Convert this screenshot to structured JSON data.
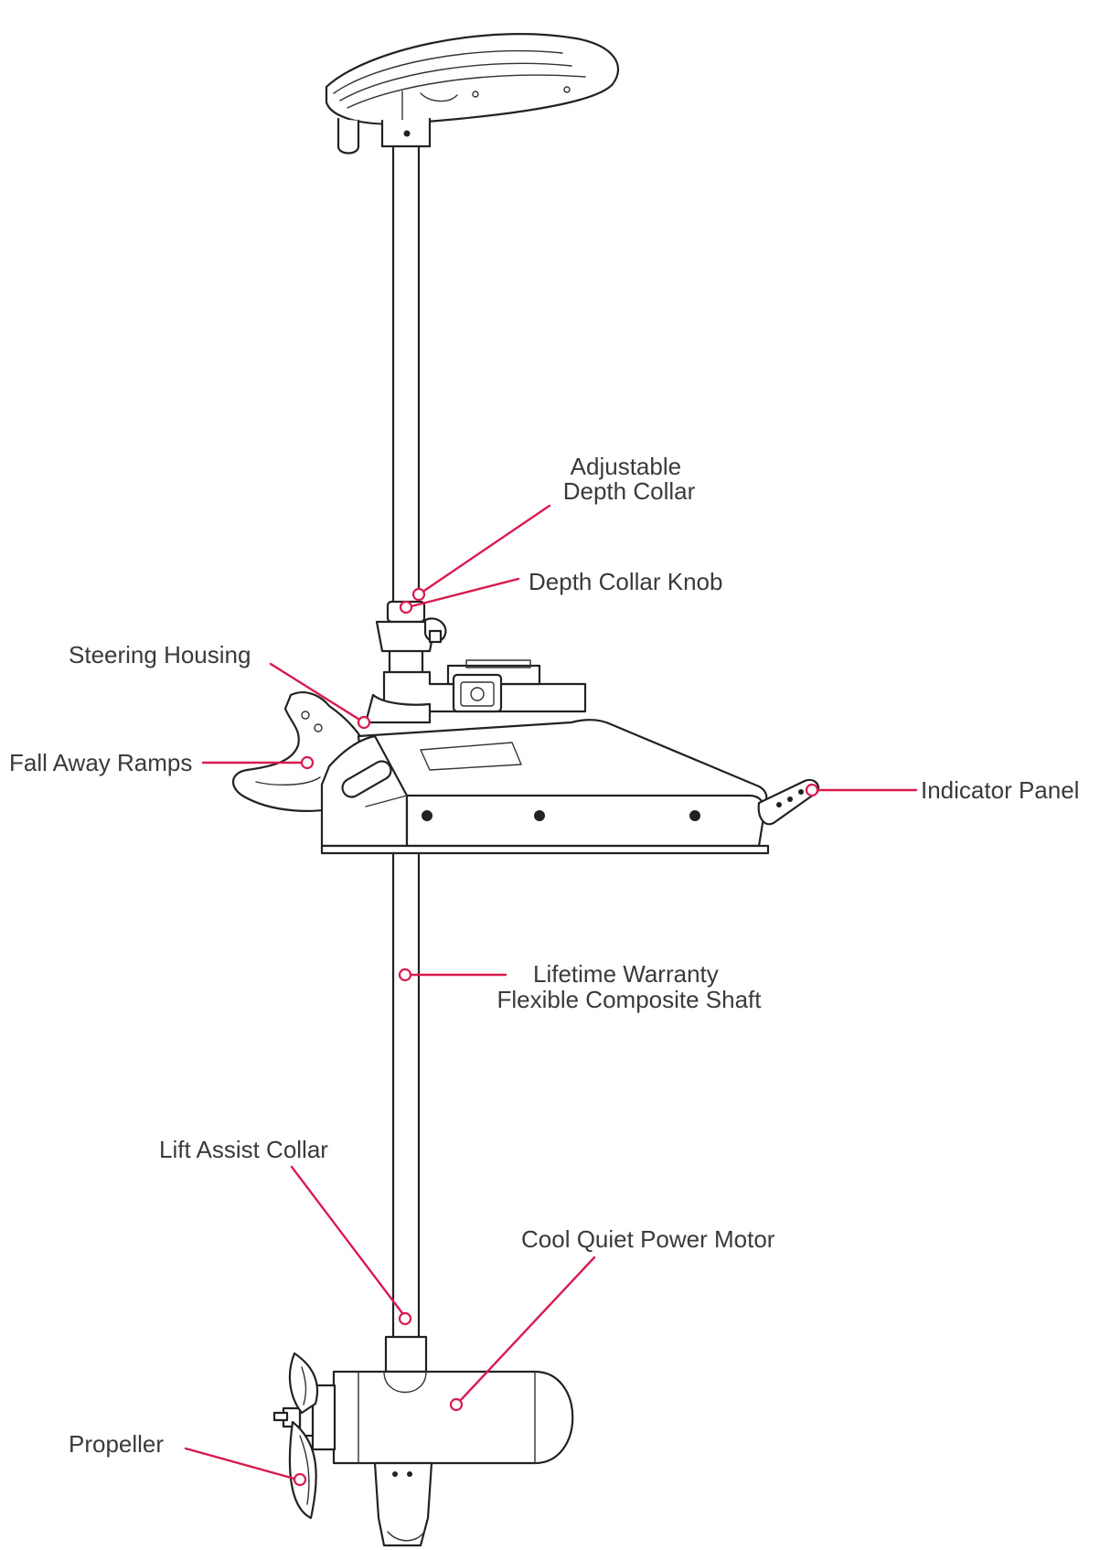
{
  "accent_color": "#d81b4f",
  "line_color": "#222222",
  "text_color": "#3a3a3a",
  "parts": [
    {
      "id": "adjustable-depth-collar",
      "lines": [
        "Adjustable",
        "Depth Collar"
      ]
    },
    {
      "id": "depth-collar-knob",
      "lines": [
        "Depth Collar Knob"
      ]
    },
    {
      "id": "steering-housing",
      "lines": [
        "Steering Housing"
      ]
    },
    {
      "id": "fall-away-ramps",
      "lines": [
        "Fall Away Ramps"
      ]
    },
    {
      "id": "indicator-panel",
      "lines": [
        "Indicator Panel"
      ]
    },
    {
      "id": "lifetime-warranty-shaft",
      "lines": [
        "Lifetime Warranty",
        "Flexible Composite Shaft"
      ]
    },
    {
      "id": "lift-assist-collar",
      "lines": [
        "Lift Assist Collar"
      ]
    },
    {
      "id": "cool-quiet-power-motor",
      "lines": [
        "Cool Quiet Power Motor"
      ]
    },
    {
      "id": "propeller",
      "lines": [
        "Propeller"
      ]
    }
  ]
}
